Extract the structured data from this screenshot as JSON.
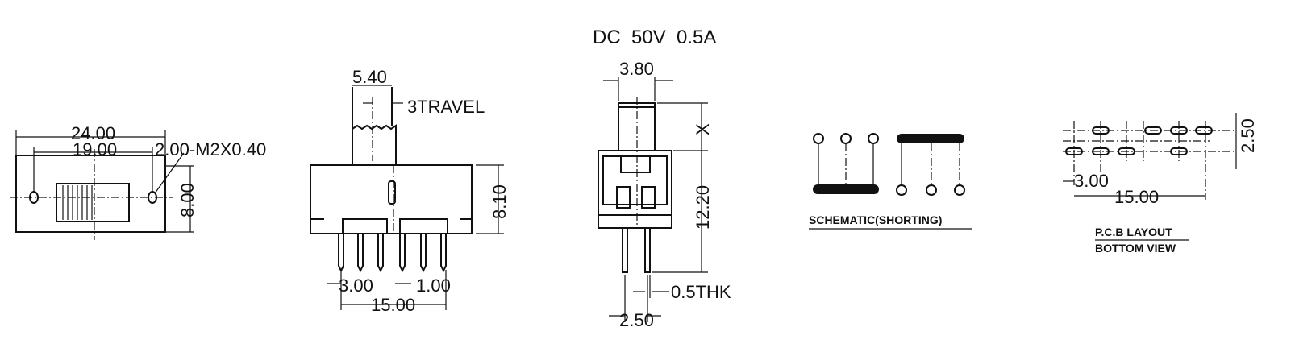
{
  "title": "DC  50V  0.5A",
  "top_view": {
    "overall_length": "24.00",
    "hole_pitch": "19.00",
    "hole_callout": "2.00-M2X0.40",
    "height": "8.00"
  },
  "side_view": {
    "actuator_width": "5.40",
    "travel": "3TRAVEL",
    "body_height": "8.10",
    "pin_pitch": "3.00",
    "pin_width": "1.00",
    "pin_span": "15.00"
  },
  "end_view": {
    "actuator_width": "3.80",
    "actuator_height": "X",
    "body_height": "12.20",
    "pin_thickness": "0.5THK",
    "row_pitch": "2.50"
  },
  "schematic": {
    "label": "SCHEMATIC(SHORTING)"
  },
  "pcb_layout": {
    "row_pitch": "2.50",
    "pad_pitch": "3.00",
    "span": "15.00",
    "label_line1": "P.C.B LAYOUT",
    "label_line2": "BOTTOM VIEW"
  }
}
